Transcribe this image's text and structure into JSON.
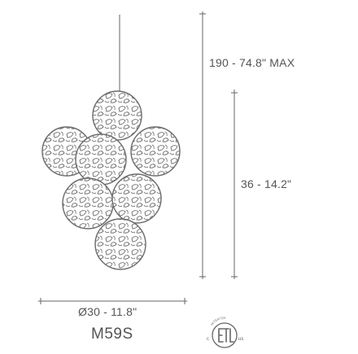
{
  "dimensions": {
    "overall_height": "190 - 74.8\" MAX",
    "fixture_height": "36 - 14.2\"",
    "diameter": "Ø30 - 11.8\""
  },
  "model": "M59S",
  "certification": {
    "icon": "etl-listed-mark-icon",
    "left_mark": "c",
    "right_mark": "us",
    "arc_text": "INTERTEK"
  },
  "colors": {
    "line": "#555555",
    "text": "#555555",
    "sphere_stroke": "#6b6b6b"
  }
}
